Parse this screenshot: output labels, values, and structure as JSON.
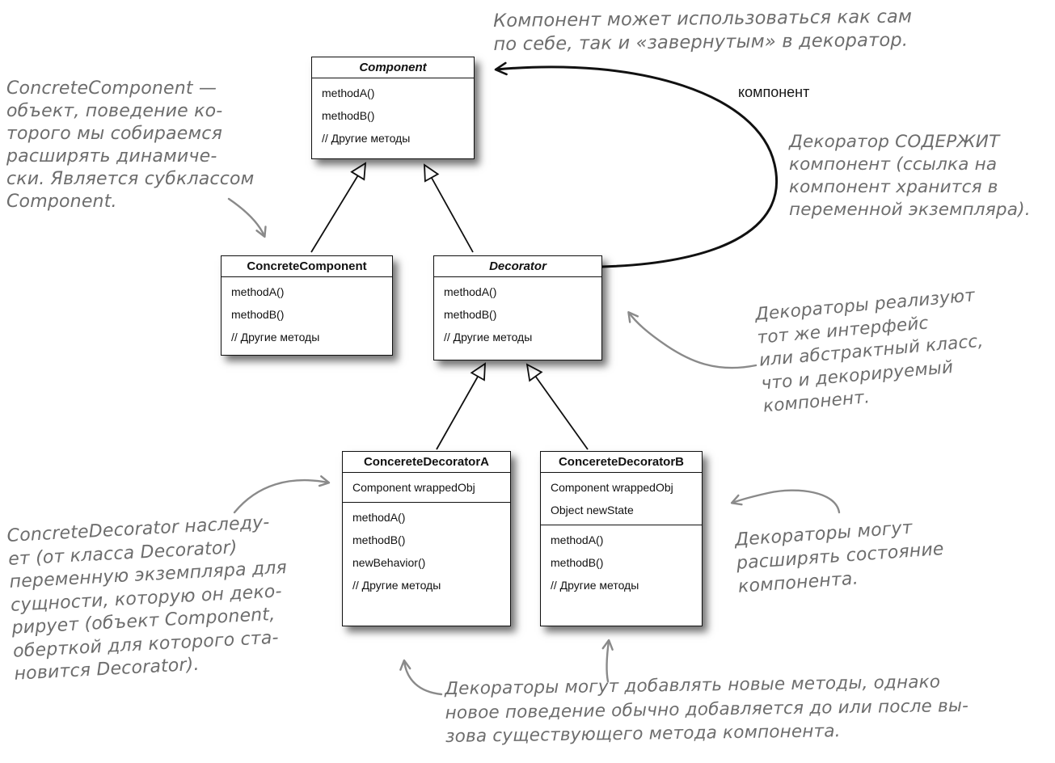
{
  "classes": {
    "component": {
      "name": "Component",
      "abstract": true,
      "methods": [
        "methodA()",
        "methodB()",
        "// Другие методы"
      ]
    },
    "concrete_component": {
      "name": "ConcreteComponent",
      "abstract": false,
      "methods": [
        "methodA()",
        "methodB()",
        "// Другие методы"
      ]
    },
    "decorator": {
      "name": "Decorator",
      "abstract": true,
      "methods": [
        "methodA()",
        "methodB()",
        "// Другие методы"
      ]
    },
    "decorator_a": {
      "name": "ConcereteDecoratorA",
      "abstract": false,
      "fields": [
        "Component wrappedObj"
      ],
      "methods": [
        "methodA()",
        "methodB()",
        "newBehavior()",
        "// Другие методы"
      ]
    },
    "decorator_b": {
      "name": "ConcereteDecoratorB",
      "abstract": false,
      "fields": [
        "Component wrappedObj",
        "Object newState"
      ],
      "methods": [
        "methodA()",
        "methodB()",
        "// Другие методы"
      ]
    }
  },
  "labels": {
    "association": "компонент"
  },
  "annotations": {
    "top": {
      "lines": [
        "Компонент может использоваться как сам",
        "по себе, так и «завернутым» в декоратор."
      ]
    },
    "concrete_component_note": {
      "lines": [
        "ConcreteComponent  —",
        "объект, поведение ко-",
        "торого мы собираемся",
        "расширять динамиче-",
        "ски. Является субклассом",
        "Component."
      ]
    },
    "contains_note": {
      "lines": [
        "Декоратор СОДЕРЖИТ",
        "компонент (ссылка на",
        "компонент хранится в",
        "переменной экземпляра)."
      ]
    },
    "same_interface_note": {
      "lines": [
        "Декораторы реализуют",
        "тот же интерфейс",
        "или абстрактный класс,",
        "что и декорируемый",
        "компонент."
      ]
    },
    "extend_state_note": {
      "lines": [
        "Декораторы могут",
        "расширять состояние",
        "компонента."
      ]
    },
    "inherits_note": {
      "lines": [
        "ConcreteDecorator наследу-",
        "ет (от класса Decorator)",
        "переменную экземпляра для",
        "сущности, которую он деко-",
        "рирует (объект Component,",
        "оберткой для которого ста-",
        "новится Decorator)."
      ]
    },
    "new_methods_note": {
      "lines": [
        "Декораторы могут добавлять новые методы, однако",
        "новое поведение обычно добавляется до или после вы-",
        "зова существующего метода компонента."
      ]
    }
  },
  "colors": {
    "box_border": "#101010",
    "note_ink": "#6d6d6d",
    "arrow_black": "#111111",
    "arrow_gray": "#8a8a8a"
  }
}
